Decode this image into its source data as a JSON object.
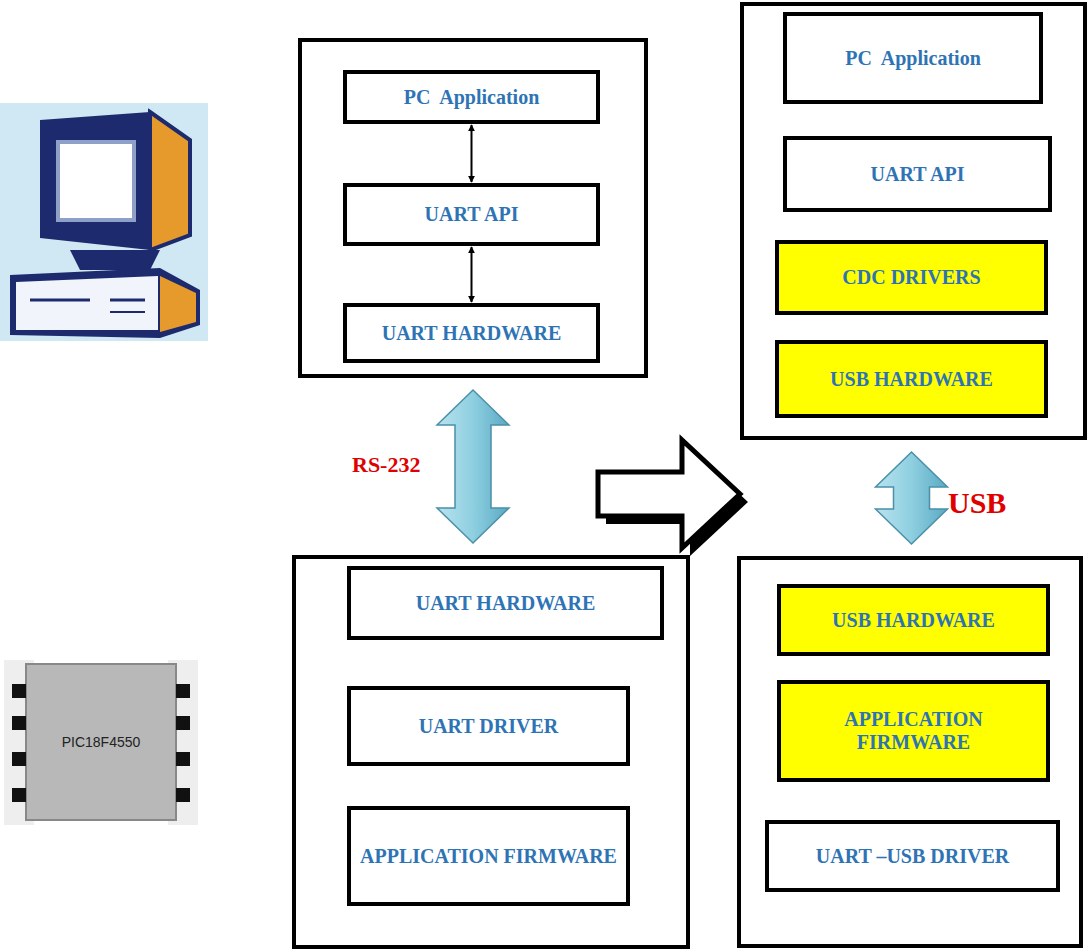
{
  "diagram": {
    "nodes": [
      {
        "text": []
      },
      {
        "text": [
          "PC  Application"
        ],
        "in": 0
      },
      {
        "text": [
          "UART API"
        ],
        "in": 0
      },
      {
        "text": [
          "UART HARDWARE"
        ],
        "in": 0
      },
      {
        "text": []
      },
      {
        "text": [
          "UART HARDWARE"
        ],
        "in": 4
      },
      {
        "text": [
          "UART DRIVER"
        ],
        "in": 4
      },
      {
        "text": [
          "APPLICATION FIRMWARE"
        ],
        "in": 4
      },
      {
        "text": []
      },
      {
        "text": [
          "PC  Application"
        ],
        "in": 8
      },
      {
        "text": [
          "UART API"
        ],
        "in": 8
      },
      {
        "text": [
          "CDC DRIVERS"
        ],
        "in": 8
      },
      {
        "text": [
          "USB HARDWARE"
        ],
        "in": 8
      },
      {
        "text": []
      },
      {
        "text": [
          "USB HARDWARE"
        ],
        "in": 13
      },
      {
        "text": [
          "APPLICATION FIRMWARE"
        ],
        "in": 13
      },
      {
        "text": [
          "UART –USB DRIVER"
        ],
        "in": 13
      }
    ],
    "edges": [
      {
        "from": 1,
        "to": 2,
        "arrow": "both"
      },
      {
        "from": 2,
        "to": 3,
        "arrow": "both"
      },
      {
        "from": 0,
        "to": 4,
        "label": "RS-232",
        "arrow": "both"
      },
      {
        "from": 8,
        "to": 13,
        "label": "USB",
        "arrow": "both"
      }
    ],
    "labels": [
      "PIC18F4550"
    ]
  }
}
